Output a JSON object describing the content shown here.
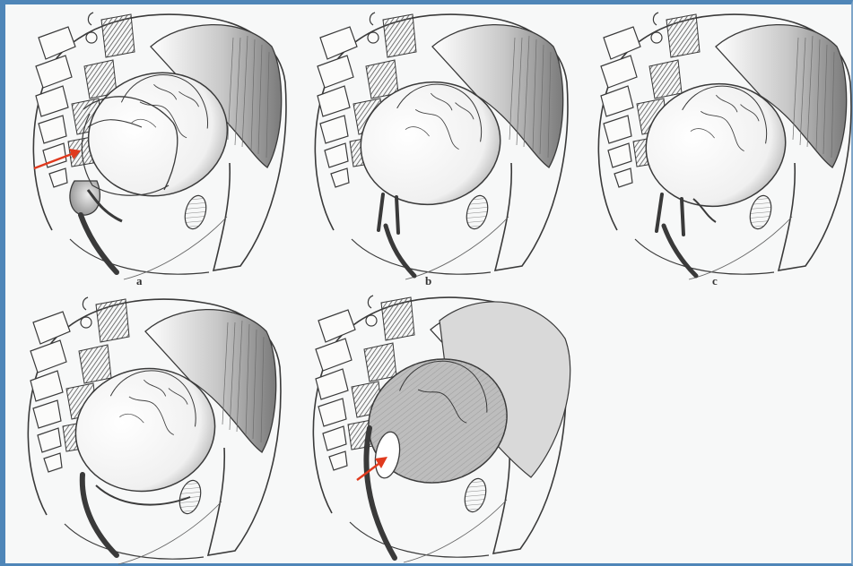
{
  "figure": {
    "panels": [
      {
        "id": "a",
        "label": "a",
        "has_arrow": true,
        "variant": "crowned"
      },
      {
        "id": "b",
        "label": "b",
        "has_arrow": false,
        "variant": "forked"
      },
      {
        "id": "c",
        "label": "c",
        "has_arrow": false,
        "variant": "forked"
      },
      {
        "id": "d",
        "label": "",
        "has_arrow": false,
        "variant": "lined"
      },
      {
        "id": "e",
        "label": "",
        "has_arrow": true,
        "variant": "shaded"
      }
    ],
    "colors": {
      "ink": "#3a3a3a",
      "shade": "#9a9a9a",
      "dark": "#4a4a4a",
      "paper": "#fbfbfa",
      "arrow": "#e03a1e",
      "frame": "#4f86b8"
    }
  }
}
